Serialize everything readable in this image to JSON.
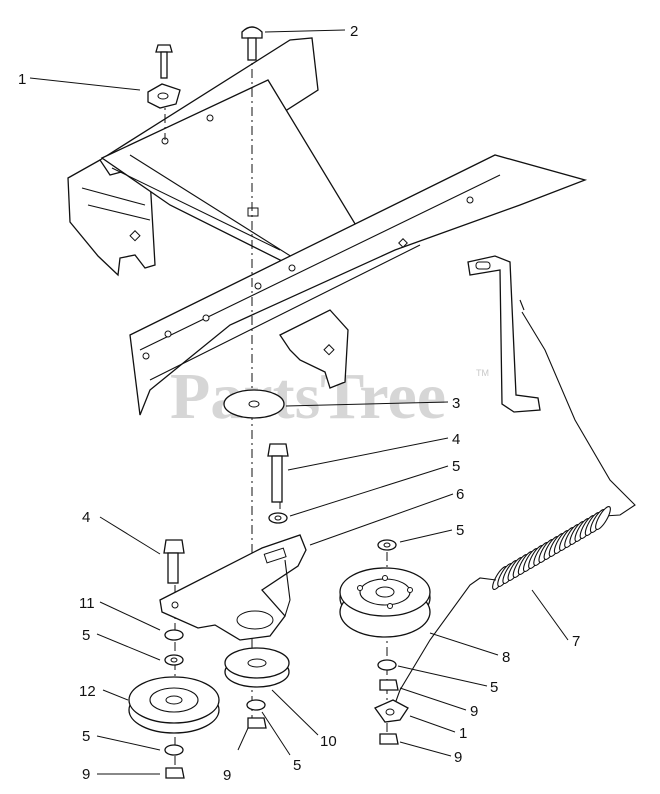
{
  "watermark": {
    "text": "PartsTree",
    "tm": "TM"
  },
  "callouts": [
    {
      "id": "c1a",
      "label": "1"
    },
    {
      "id": "c2",
      "label": "2"
    },
    {
      "id": "c3",
      "label": "3"
    },
    {
      "id": "c4a",
      "label": "4"
    },
    {
      "id": "c5a",
      "label": "5"
    },
    {
      "id": "c6",
      "label": "6"
    },
    {
      "id": "c5b",
      "label": "5"
    },
    {
      "id": "c4b",
      "label": "4"
    },
    {
      "id": "c11",
      "label": "11"
    },
    {
      "id": "c5c",
      "label": "5"
    },
    {
      "id": "c12",
      "label": "12"
    },
    {
      "id": "c5d",
      "label": "5"
    },
    {
      "id": "c9a",
      "label": "9"
    },
    {
      "id": "c9b",
      "label": "9"
    },
    {
      "id": "c5e",
      "label": "5"
    },
    {
      "id": "c10",
      "label": "10"
    },
    {
      "id": "c8",
      "label": "8"
    },
    {
      "id": "c5f",
      "label": "5"
    },
    {
      "id": "c9c",
      "label": "9"
    },
    {
      "id": "c1b",
      "label": "1"
    },
    {
      "id": "c9d",
      "label": "9"
    },
    {
      "id": "c7",
      "label": "7"
    }
  ]
}
